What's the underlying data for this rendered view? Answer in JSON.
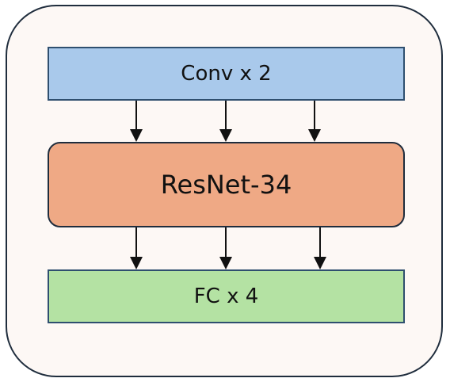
{
  "diagram": {
    "blocks": {
      "conv": "Conv x 2",
      "resnet": "ResNet-34",
      "fc": "FC x 4"
    },
    "connections": [
      {
        "from": "conv",
        "to": "resnet",
        "arrow_count": 3
      },
      {
        "from": "resnet",
        "to": "fc",
        "arrow_count": 3
      }
    ],
    "colors": {
      "conv_fill": "#a9c9eb",
      "resnet_fill": "#efa985",
      "fc_fill": "#b4e2a3",
      "container_fill": "#fdf8f5",
      "outline": "#1f2d3d"
    }
  }
}
